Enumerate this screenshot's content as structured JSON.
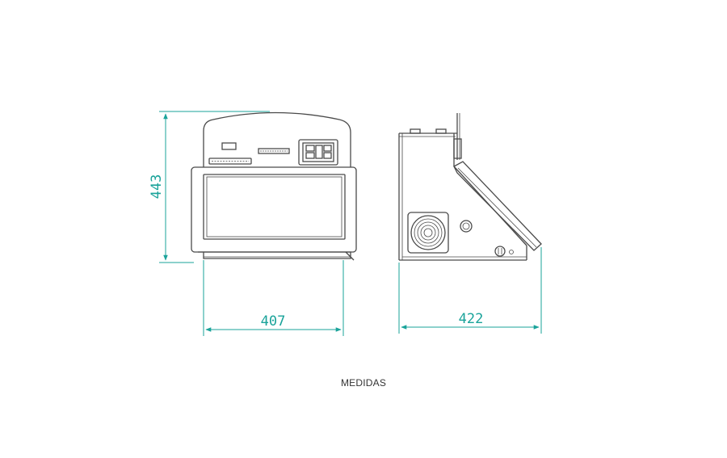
{
  "dimensions": {
    "height": "443",
    "front_width": "407",
    "side_depth": "422"
  },
  "caption": "MEDIDAS",
  "colors": {
    "dimension_line": "#1aa39a",
    "outline": "#4a4a4a",
    "background": "#ffffff"
  }
}
